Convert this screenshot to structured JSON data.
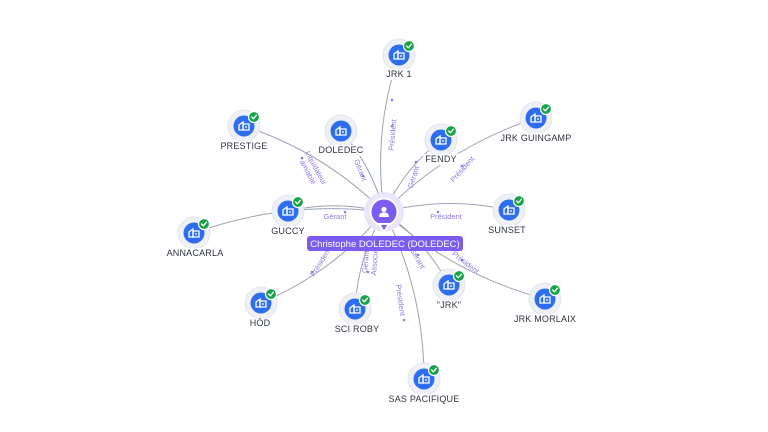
{
  "center": {
    "label": "Christophe DOLEDEC (DOLEDEC)",
    "icon": "person-icon"
  },
  "companies": [
    {
      "id": "jrk1",
      "label": "JRK 1",
      "verified": true,
      "relation": "Président"
    },
    {
      "id": "doledec",
      "label": "DOLEDEC",
      "verified": false,
      "relation": "Gérant"
    },
    {
      "id": "fendy",
      "label": "FENDY",
      "verified": true,
      "relation": "Gérant"
    },
    {
      "id": "prestige",
      "label": "PRESTIGE",
      "verified": true,
      "relation": "Liquidateur amiable"
    },
    {
      "id": "jrkguingamp",
      "label": "JRK GUINGAMP",
      "verified": true,
      "relation": "Président"
    },
    {
      "id": "guccy",
      "label": "GUCCY",
      "verified": true,
      "relation": "Gérant"
    },
    {
      "id": "sunset",
      "label": "SUNSET",
      "verified": true,
      "relation": "Président"
    },
    {
      "id": "annacarla",
      "label": "ANNACARLA",
      "verified": true,
      "relation": ""
    },
    {
      "id": "hod",
      "label": "HÖD",
      "verified": true,
      "relation": "Président"
    },
    {
      "id": "sciroby",
      "label": "SCI ROBY",
      "verified": true,
      "relation": "Gérant Associé"
    },
    {
      "id": "jrkq",
      "label": "\"JRK\"",
      "verified": true,
      "relation": "Gérant"
    },
    {
      "id": "jrkmorlaix",
      "label": "JRK MORLAIX",
      "verified": true,
      "relation": "Président"
    },
    {
      "id": "saspacifique",
      "label": "SAS PACIFIQUE",
      "verified": true,
      "relation": "Président"
    }
  ],
  "colors": {
    "accent": "#7b5cf0",
    "node": "#2d6df0",
    "check": "#17a34a",
    "edge_label": "#8b7be0"
  }
}
